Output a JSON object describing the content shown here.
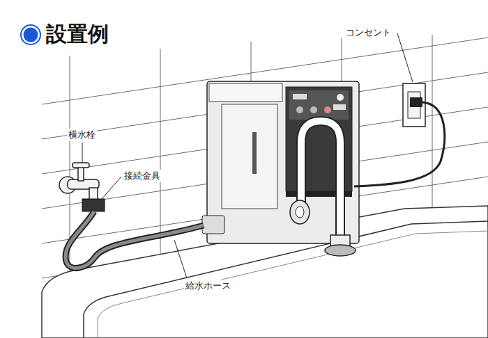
{
  "diagram": {
    "title": "設置例",
    "labels": [
      "横水栓",
      "接続金具",
      "給水ホース",
      "コンセント"
    ]
  }
}
